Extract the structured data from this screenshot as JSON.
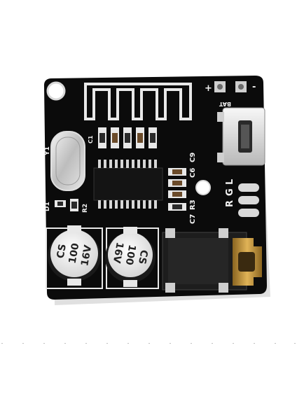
{
  "product": {
    "silkscreen": {
      "plus": "+",
      "minus": "-",
      "bat": "BAT",
      "y1": "Y1",
      "c1": "C1",
      "c6": "C6",
      "c9": "C9",
      "c7": "C7",
      "r3": "R3",
      "d1": "D1",
      "r2": "R2",
      "r": "R",
      "g": "G",
      "l": "L"
    },
    "capacitor_left": {
      "line1": "CS",
      "line2": "100",
      "line3": "16V"
    },
    "capacitor_right": {
      "line1": "CS",
      "line2": "100",
      "line3": "16V"
    }
  },
  "colors": {
    "board": "#0b0b0b",
    "silkscreen": "#f2f2f2",
    "pad_silver": "#cfcfcf",
    "gold": "#c79a3a",
    "background": "#ffffff"
  }
}
